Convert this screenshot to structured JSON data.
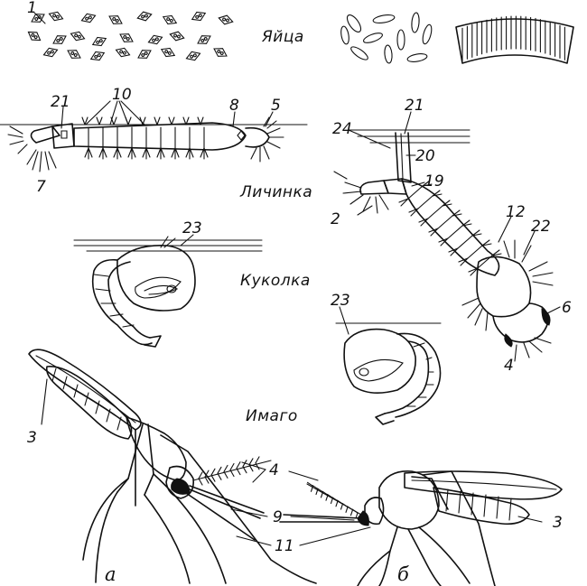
{
  "stage_labels": {
    "eggs": "Яйца",
    "larva": "Личинка",
    "pupa": "Куколка",
    "imago": "Имаго"
  },
  "subfigure_letters": {
    "left": "а",
    "right": "б"
  },
  "numbers": {
    "n1": "1",
    "n2": "2",
    "n3_left": "3",
    "n3_right": "3",
    "n4_upper": "4",
    "n4_larva": "4",
    "n5": "5",
    "n6": "6",
    "n7": "7",
    "n8": "8",
    "n9": "9",
    "n10": "10",
    "n11": "11",
    "n12": "12",
    "n19": "19",
    "n20": "20",
    "n21_left": "21",
    "n21_right": "21",
    "n22": "22",
    "n23_left": "23",
    "n23_right": "23",
    "n24": "24"
  }
}
